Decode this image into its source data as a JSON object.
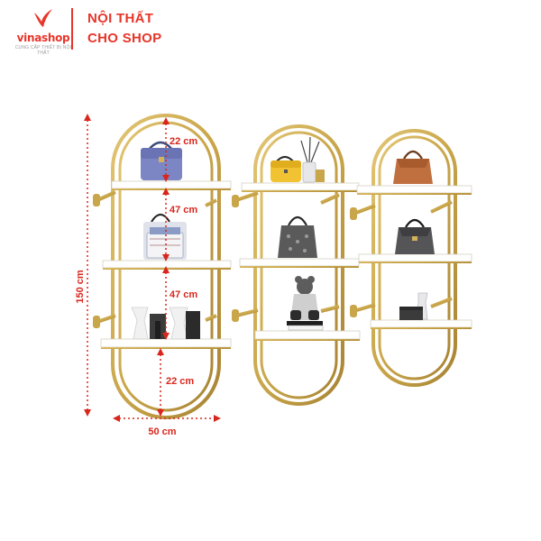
{
  "brand": {
    "name": "vinashop",
    "tagline": "CUNG CẤP THIẾT BỊ NỘI THẤT",
    "accent_color": "#e8352a",
    "headline_line1": "NỘI THẤT",
    "headline_line2": "CHO SHOP"
  },
  "colors": {
    "frame": "#c9a64a",
    "shelf": "#ffffff",
    "dimension": "#d9261c"
  },
  "dimensions": {
    "total_height": "150 cm",
    "width": "50 cm",
    "top_gap": "22 cm",
    "middle_gap_1": "47 cm",
    "middle_gap_2": "47 cm",
    "bottom_gap": "22 cm"
  },
  "units": [
    {
      "name": "large unit",
      "items": [
        "purple handbag",
        "handbag in clear box",
        "white vases and black ornaments"
      ]
    },
    {
      "name": "middle unit",
      "items": [
        "yellow handbag",
        "reed diffuser",
        "printed handbag",
        "figurine on books"
      ]
    },
    {
      "name": "small unit",
      "items": [
        "brown handbag",
        "grey handbag",
        "vase and decor box"
      ]
    }
  ]
}
